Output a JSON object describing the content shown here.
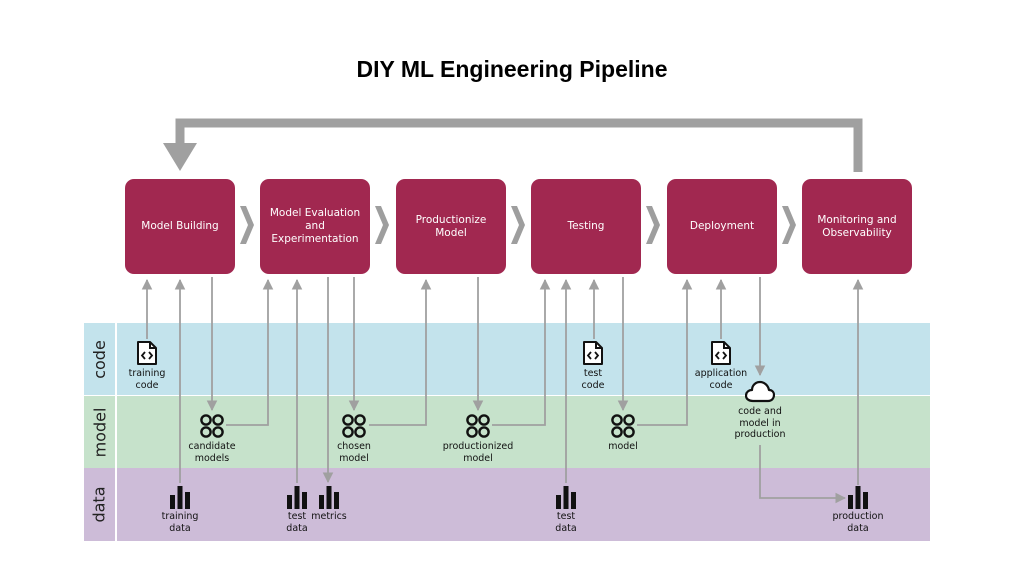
{
  "title": "DIY ML Engineering Pipeline",
  "lanes": {
    "code": "code",
    "model": "model",
    "data": "data"
  },
  "stages": [
    "Model Building",
    "Model Evaluation\nand\nExperimentation",
    "Productionize\nModel",
    "Testing",
    "Deployment",
    "Monitoring and\nObservability"
  ],
  "artifacts": {
    "training_code": "training\ncode",
    "test_code": "test\ncode",
    "application_code": "application\ncode",
    "code_model_production": "code and\nmodel  in\nproduction",
    "candidate_models": "candidate\nmodels",
    "chosen_model": "chosen\nmodel",
    "productionized_model": "productionized\nmodel",
    "model": "model",
    "training_data": "training\ndata",
    "test_data_1": "test\ndata",
    "metrics": "metrics",
    "test_data_2": "test\ndata",
    "production_data": "production\ndata"
  },
  "colors": {
    "stage": "#a12850",
    "arrow": "#a0a0a0",
    "code_lane": "#c3e3ec",
    "model_lane": "#c6e2cb",
    "data_lane": "#cdbcd8"
  },
  "icons": {
    "code": "code-file-icon",
    "model": "four-circles-icon",
    "data": "bar-chart-icon",
    "deploy": "cloud-icon"
  }
}
